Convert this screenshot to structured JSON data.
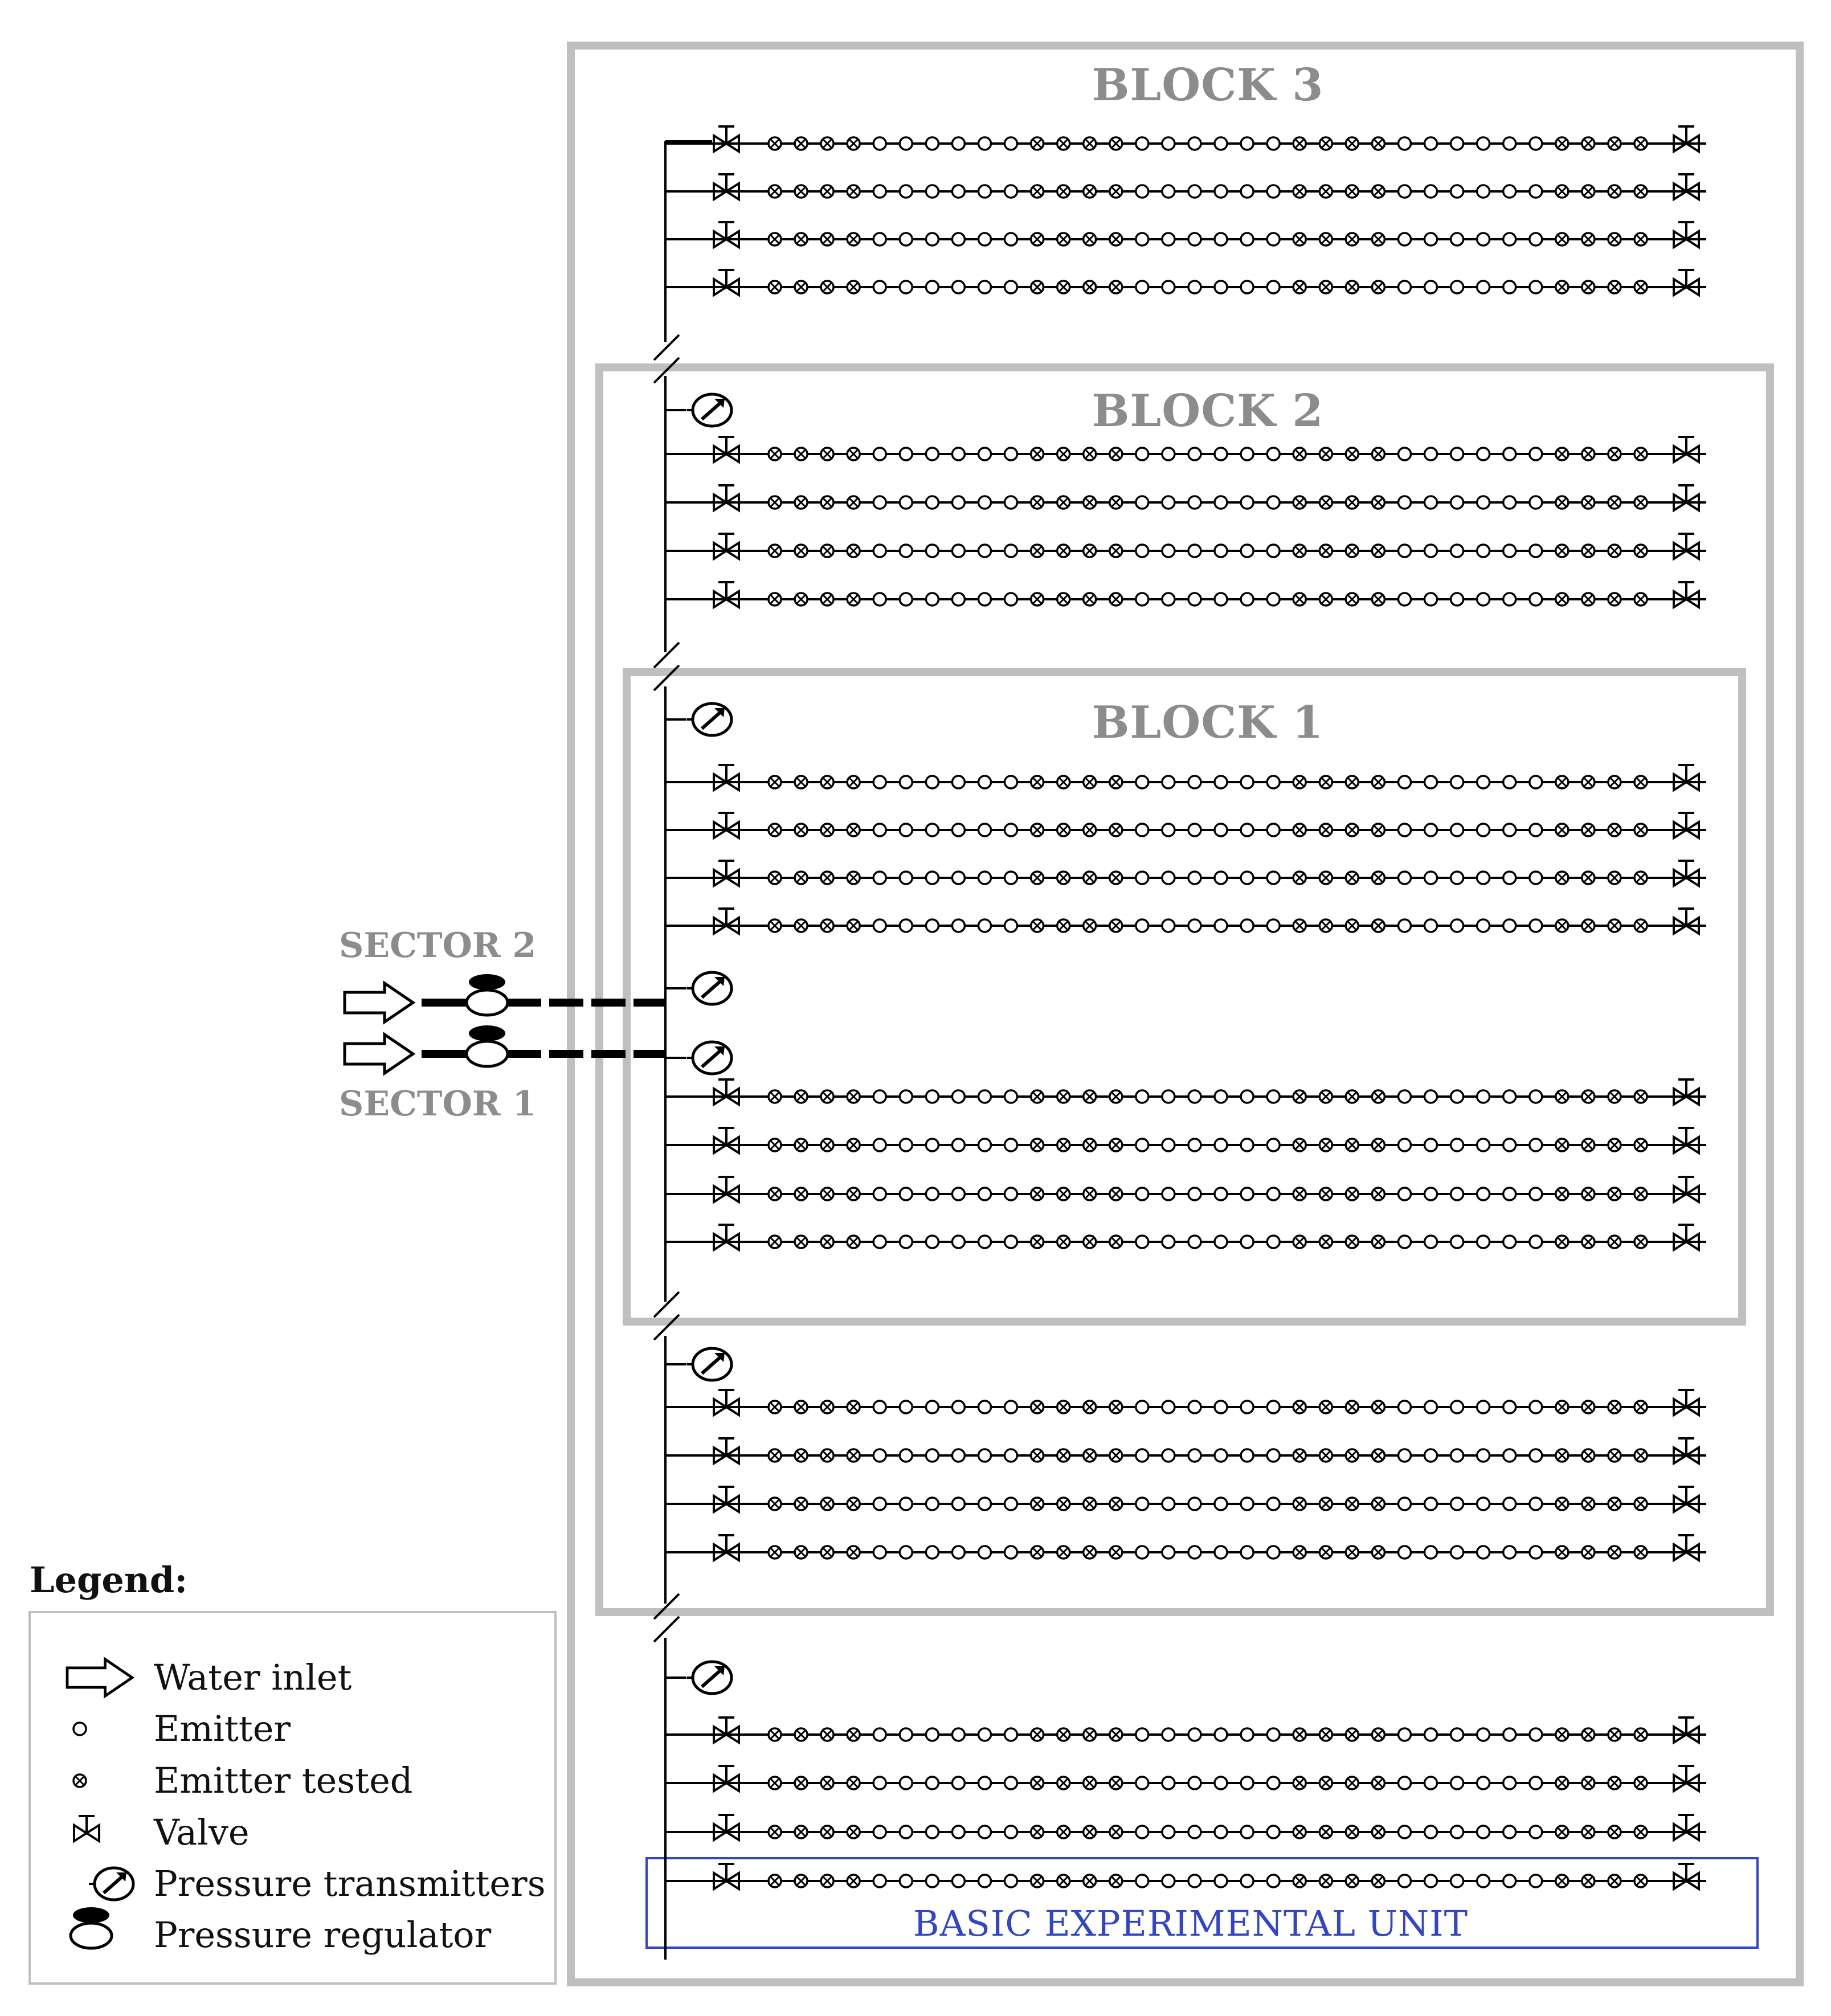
{
  "diagram": {
    "blocks": [
      {
        "label": "BLOCK 3"
      },
      {
        "label": "BLOCK 2"
      },
      {
        "label": "BLOCK 1"
      }
    ],
    "sectors": {
      "sector2": "SECTOR 2",
      "sector1": "SECTOR 1"
    },
    "basic_unit_label": "BASIC EXPERIMENTAL UNIT",
    "emitter_pattern": [
      1,
      1,
      1,
      1,
      0,
      0,
      0,
      0,
      0,
      0,
      1,
      1,
      1,
      1,
      0,
      0,
      0,
      0,
      0,
      0,
      1,
      1,
      1,
      1,
      0,
      0,
      0,
      0,
      0,
      0,
      1,
      1,
      1,
      1
    ]
  },
  "legend": {
    "title": "Legend:",
    "items": [
      {
        "icon": "water-inlet-arrow-icon",
        "label": "Water inlet"
      },
      {
        "icon": "emitter-icon",
        "label": "Emitter"
      },
      {
        "icon": "emitter-tested-icon",
        "label": "Emitter tested"
      },
      {
        "icon": "valve-icon",
        "label": "Valve"
      },
      {
        "icon": "pressure-transmitter-icon",
        "label": "Pressure transmitters"
      },
      {
        "icon": "pressure-regulator-icon",
        "label": "Pressure regulator"
      }
    ]
  },
  "colors": {
    "block_border": "#bfbfbf",
    "unit_border": "#3344cc",
    "line": "#000000"
  }
}
